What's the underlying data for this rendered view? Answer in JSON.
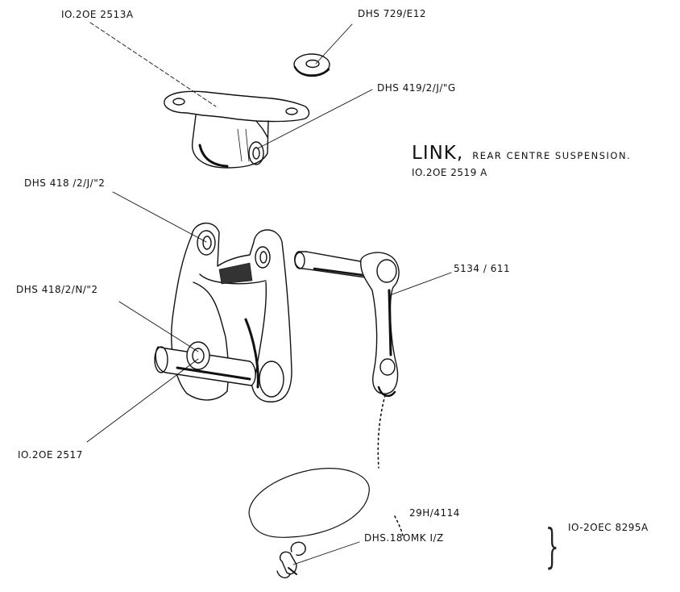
{
  "title": {
    "main": "LINK,",
    "rest": "REAR  CENTRE  SUSPENSION.",
    "part_number": "IO.2OE 2519 A"
  },
  "callouts": {
    "bracket": "IO.2OE 2513A",
    "washer": "DHS 729/E12",
    "bush_upper": "DHS 419/2/J/\"G",
    "bush_link": "DHS 418 /2/J/\"2",
    "bush_pin": "DHS 418/2/N/\"2",
    "pin": "IO.2OE 2517",
    "lever": "5134 / 611",
    "pin_small": "29H/4114",
    "spring_clip": "DHS.18OMK I/Z",
    "assembly": "IO-2OEC 8295A"
  }
}
